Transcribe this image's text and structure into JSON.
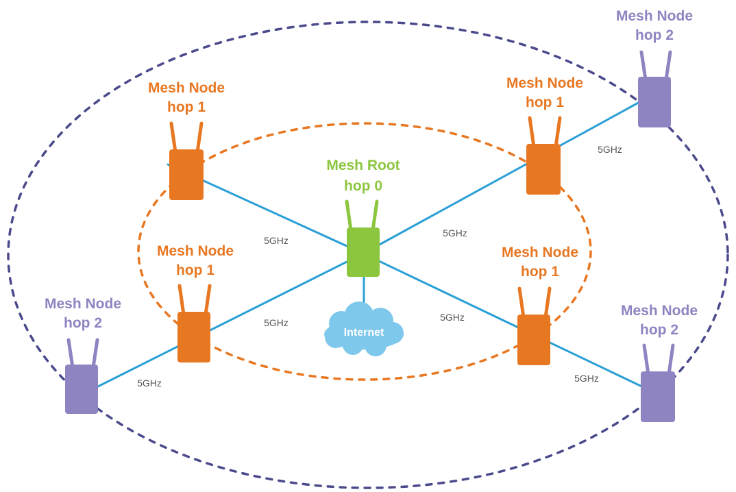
{
  "colors": {
    "root": "#8cc63f",
    "hop1": "#e87722",
    "hop2": "#8e84c1",
    "link": "#2a9fd6",
    "cloud": "#7ec8ec",
    "outer_ring": "#4a4a8c",
    "inner_ring": "#e87722"
  },
  "nodes": {
    "root": {
      "title": "Mesh Root",
      "hop": "hop 0"
    },
    "hop1_top_left": {
      "title": "Mesh Node",
      "hop": "hop 1"
    },
    "hop1_top_right": {
      "title": "Mesh Node",
      "hop": "hop 1"
    },
    "hop1_bottom_left": {
      "title": "Mesh Node",
      "hop": "hop 1"
    },
    "hop1_bottom_right": {
      "title": "Mesh Node",
      "hop": "hop 1"
    },
    "hop2_top_right": {
      "title": "Mesh Node",
      "hop": "hop 2"
    },
    "hop2_left": {
      "title": "Mesh Node",
      "hop": "hop 2"
    },
    "hop2_bottom_right": {
      "title": "Mesh Node",
      "hop": "hop 2"
    }
  },
  "internet": {
    "label": "Internet"
  },
  "links": {
    "root_top_left": "5GHz",
    "root_top_right": "5GHz",
    "root_bottom_left": "5GHz",
    "root_bottom_right": "5GHz",
    "top_right_hop2": "5GHz",
    "bottom_left_hop2": "5GHz",
    "bottom_right_hop2": "5GHz"
  }
}
